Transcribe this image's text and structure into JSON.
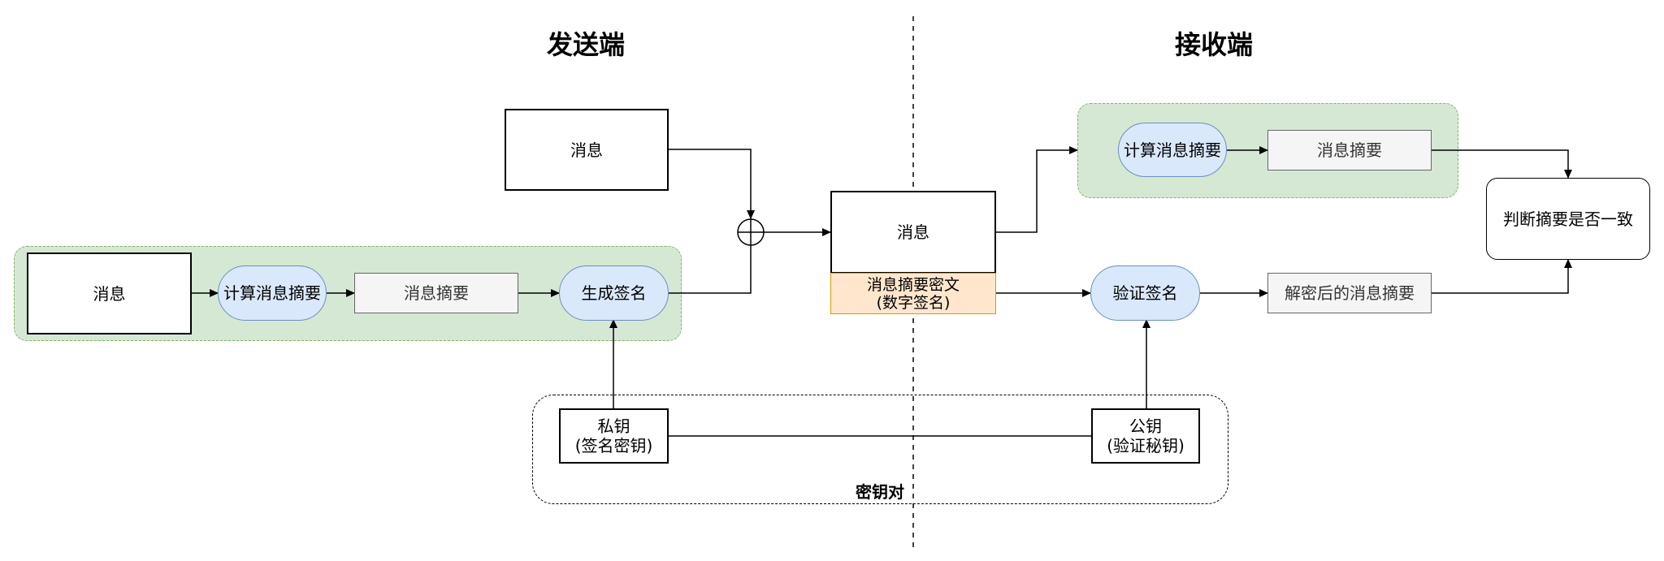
{
  "headings": {
    "sender": "发送端",
    "receiver": "接收端"
  },
  "sender": {
    "message_top": "消息",
    "message": "消息",
    "compute_digest": "计算消息摘要",
    "digest": "消息摘要",
    "generate_signature": "生成签名"
  },
  "combined": {
    "message": "消息",
    "ciphertext_line1": "消息摘要密文",
    "ciphertext_line2": "(数字签名)"
  },
  "receiver": {
    "compute_digest": "计算消息摘要",
    "digest": "消息摘要",
    "verify_signature": "验证签名",
    "decrypted_digest": "解密后的消息摘要",
    "judge": "判断摘要是否一致"
  },
  "keypair": {
    "private_line1": "私钥",
    "private_line2": "(签名密钥)",
    "public_line1": "公钥",
    "public_line2": "(验证秘钥)",
    "label": "密钥对"
  },
  "colors": {
    "group_fill": "#d5e8d4",
    "group_border": "#82b366",
    "pill_fill": "#dae8fc",
    "pill_border": "#6c8ebf",
    "cipher_fill": "#ffe6cc",
    "cipher_border": "#d79b00"
  }
}
